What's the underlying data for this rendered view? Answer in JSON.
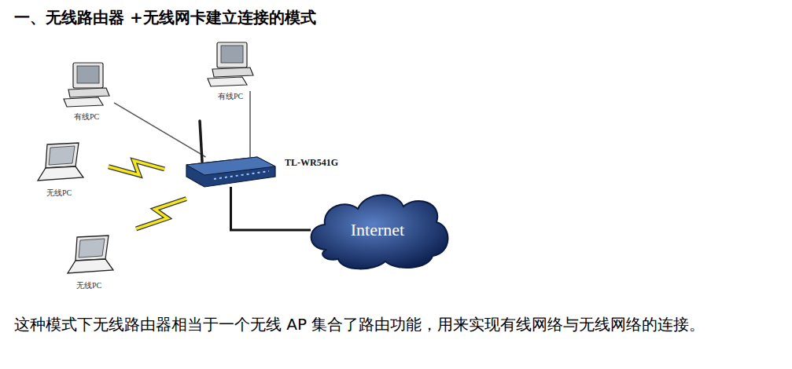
{
  "diagram": {
    "title": "一、无线路由器 +无线网卡建立连接的模式",
    "caption": "这种模式下无线路由器相当于一个无线 AP 集合了路由功能，用来实现有线网络与无线网络的连接。",
    "nodes": [
      {
        "text": [
          "有线PC"
        ]
      },
      {
        "text": [
          "有线PC"
        ]
      },
      {
        "text": [
          "无线PC"
        ]
      },
      {
        "text": [
          "无线PC"
        ]
      },
      {
        "text": [
          "TL-WR541G"
        ]
      },
      {
        "text": [
          "Internet"
        ]
      }
    ],
    "edges": [
      {
        "from": 0,
        "to": 4,
        "arrow": "none"
      },
      {
        "from": 1,
        "to": 4,
        "arrow": "none"
      },
      {
        "from": 2,
        "to": 4,
        "arrow": "none"
      },
      {
        "from": 3,
        "to": 4,
        "arrow": "none"
      },
      {
        "from": 4,
        "to": 5,
        "arrow": "none"
      }
    ]
  }
}
